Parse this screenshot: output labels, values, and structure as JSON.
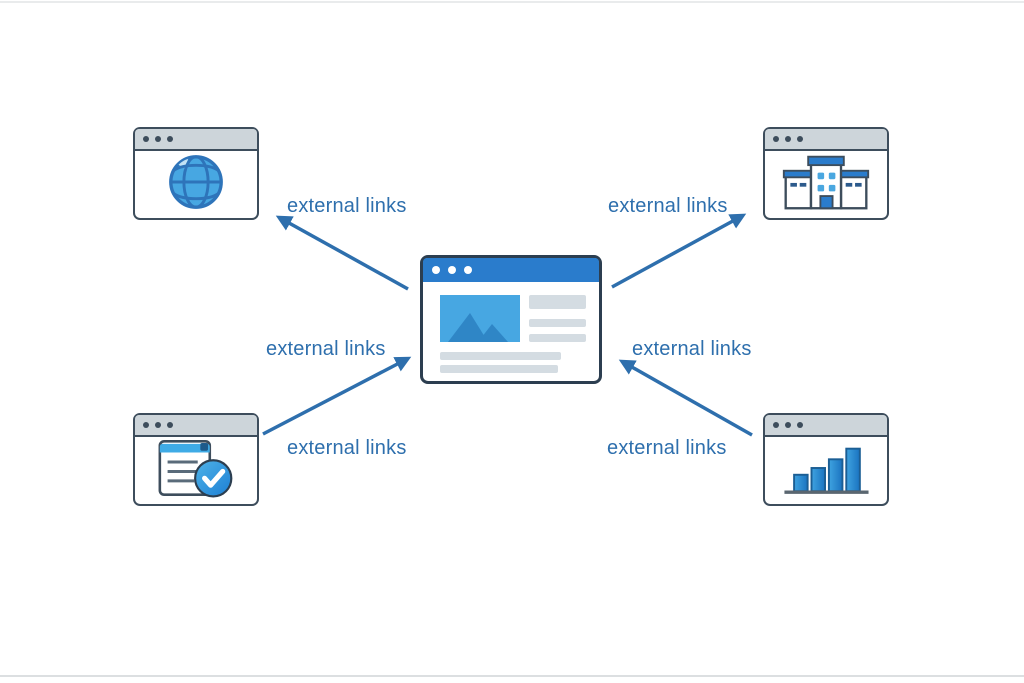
{
  "colors": {
    "label_blue": "#2e6fad",
    "arrow_blue": "#2e6fad",
    "center_titlebar_blue": "#2a7ccc",
    "satellite_titlebar_gray": "#cdd5da",
    "window_border_dark": "#3d4d5c",
    "icon_light_blue": "#47a7e2",
    "icon_mid_blue": "#2a7ccc",
    "content_line_gray": "#d4dce2"
  },
  "center_window": {
    "icon": "image-placeholder-icon",
    "titlebar_dots": 3
  },
  "satellite_windows": [
    {
      "position": "top-left",
      "icon": "globe-icon",
      "titlebar_dots": 3
    },
    {
      "position": "top-right",
      "icon": "building-icon",
      "titlebar_dots": 3
    },
    {
      "position": "bottom-left",
      "icon": "document-check-icon",
      "titlebar_dots": 3
    },
    {
      "position": "bottom-right",
      "icon": "bar-chart-icon",
      "titlebar_dots": 3
    }
  ],
  "arrows": [
    {
      "from": "center-window",
      "to": "top-left-window"
    },
    {
      "from": "center-window",
      "to": "top-right-window"
    },
    {
      "from": "bottom-left-window",
      "to": "center-window"
    },
    {
      "from": "bottom-right-window",
      "to": "center-window"
    }
  ],
  "labels": [
    {
      "text": "external links",
      "position": "top-left"
    },
    {
      "text": "external links",
      "position": "top-right"
    },
    {
      "text": "external links",
      "position": "mid-left"
    },
    {
      "text": "external links",
      "position": "mid-right"
    },
    {
      "text": "external links",
      "position": "bottom-left"
    },
    {
      "text": "external links",
      "position": "bottom-right"
    }
  ]
}
